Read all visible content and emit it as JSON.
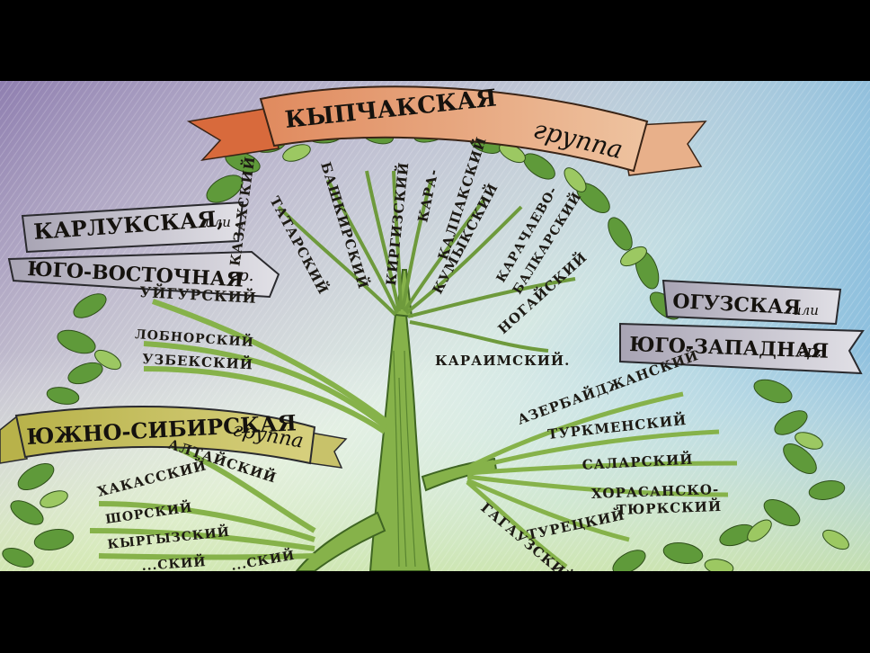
{
  "banners": {
    "kypchak": {
      "main": "КЫПЧАКСКАЯ",
      "sub": "группа"
    },
    "karluk": {
      "line1_main": "КАРЛУКСКАЯ,",
      "line1_sub": "или",
      "line2_main": "ЮГО-ВОСТОЧНАЯ",
      "line2_sub": "гр."
    },
    "oguz": {
      "line1_main": "ОГУЗСКАЯ",
      "line1_sub": "или",
      "line2_main": "ЮГО-ЗАПАДНАЯ",
      "line2_sub": "гр."
    },
    "siberian": {
      "main": "ЮЖНО-СИБИРСКАЯ",
      "sub": "группа"
    }
  },
  "languages": {
    "kypchak": [
      "ТАТАРСКИЙ",
      "БАШКИРСКИЙ",
      "КАЗАХСКИЙ",
      "КИРГИЗСКИЙ",
      "КАРА-",
      "КАЛПАКСКИЙ",
      "КУМЫКСКИЙ",
      "КАРАЧАЕВО-",
      "БАЛКАРСКИЙ",
      "НОГАЙСКИЙ",
      "КАРАИМСКИЙ."
    ],
    "karluk": [
      "УЙГУРСКИЙ",
      "ЛОБНОРСКИЙ",
      "УЗБЕКСКИЙ"
    ],
    "oguz": [
      "АЗЕРБАЙДЖАНСКИЙ",
      "ТУРКМЕНСКИЙ",
      "САЛАРСКИЙ",
      "ХОРАСАНСКО-",
      "ТЮРКСКИЙ",
      "ТУРЕЦКИЙ",
      "ГАГАУЗСКИЙ"
    ],
    "siberian": [
      "АЛТАЙСКИЙ",
      "ХАКАССКИЙ",
      "ШОРСКИЙ",
      "КЫРГЫЗСКИЙ",
      "...СКИЙ",
      "...СКИЙ"
    ]
  },
  "colors": {
    "frame": "#000000",
    "trunk": "#86b24a",
    "trunk_dark": "#4f7a2a",
    "leaves": "#5f9a3a",
    "leaves_light": "#9cc862",
    "ribbon_kypchak": "#e6a07a",
    "ribbon_karluk": "#c9c7cf",
    "ribbon_oguz": "#d7d6de",
    "ribbon_siberian": "#c7c26a"
  }
}
